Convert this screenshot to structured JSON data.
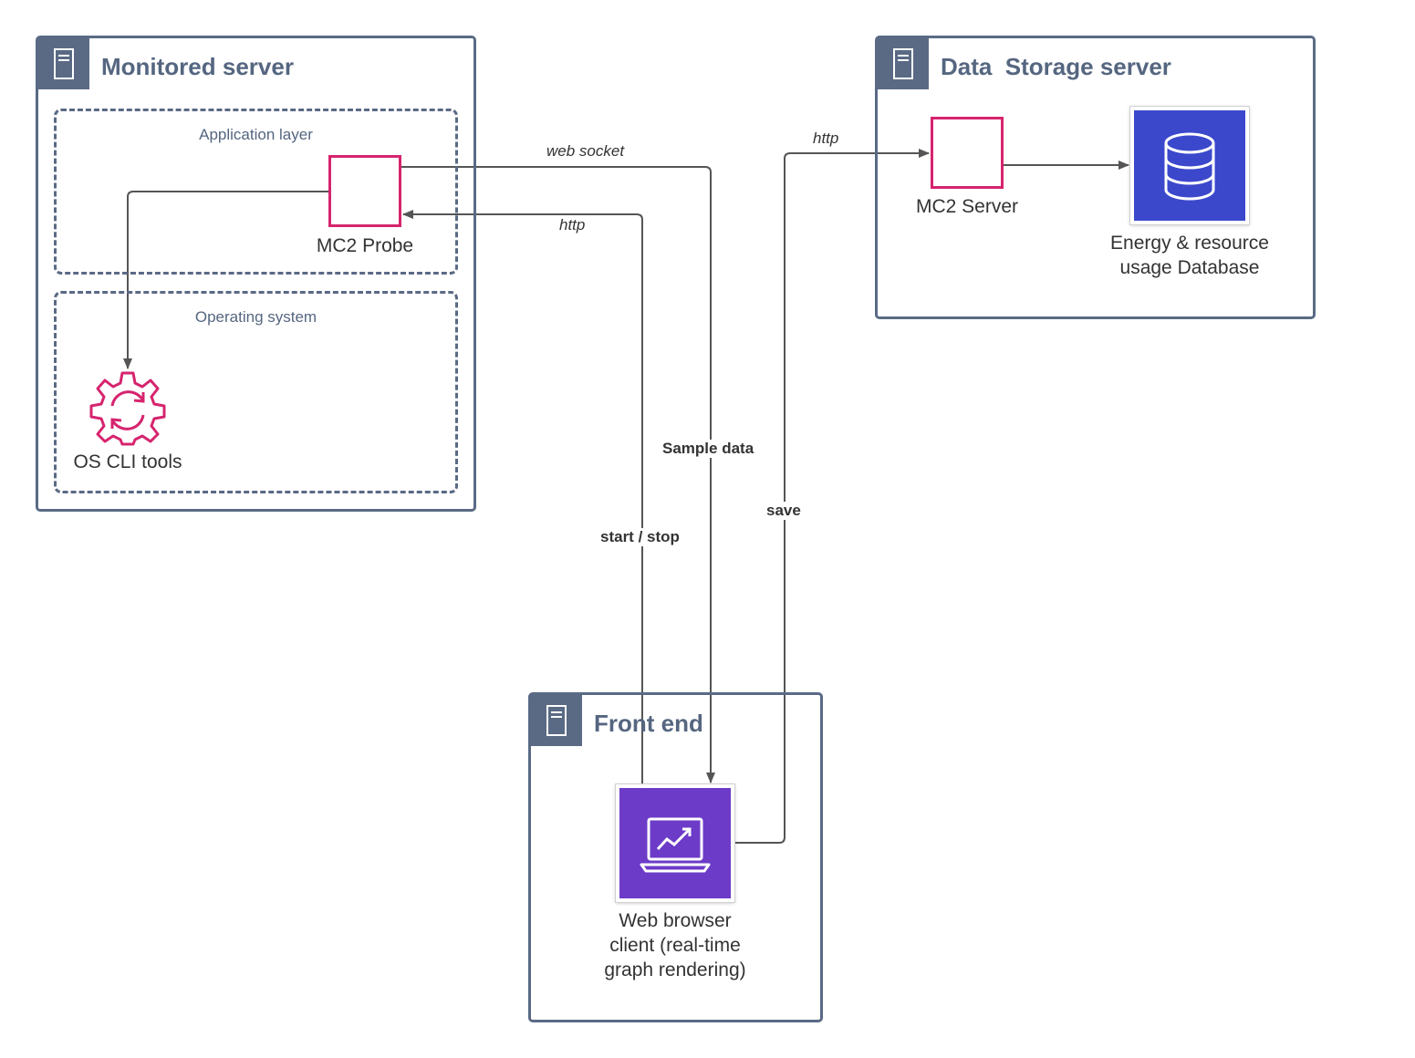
{
  "monitored_server": {
    "title": "Monitored server",
    "app_layer_label": "Application layer",
    "os_label": "Operating system",
    "probe_label": "MC2 Probe",
    "cli_label": "OS CLI tools"
  },
  "storage_server": {
    "title": "Data  Storage server",
    "server_label": "MC2 Server",
    "db_label_line1": "Energy & resource",
    "db_label_line2": "usage Database"
  },
  "front_end": {
    "title": "Front end",
    "client_line1": "Web browser",
    "client_line2": "client (real-time",
    "client_line3": "graph rendering)"
  },
  "edges": {
    "web_socket": "web socket",
    "http_probe": "http",
    "http_server": "http",
    "sample_data": "Sample data",
    "start_stop": "start / stop",
    "save": "save"
  },
  "colors": {
    "frame": "#5a6a85",
    "accent": "#d6246e",
    "database": "#3b48cc",
    "browser": "#6c3bc8",
    "wire": "#555555"
  },
  "icons": {
    "server": "server-icon",
    "gear": "gear-sync-icon",
    "database": "database-icon",
    "laptop": "laptop-chart-icon"
  }
}
